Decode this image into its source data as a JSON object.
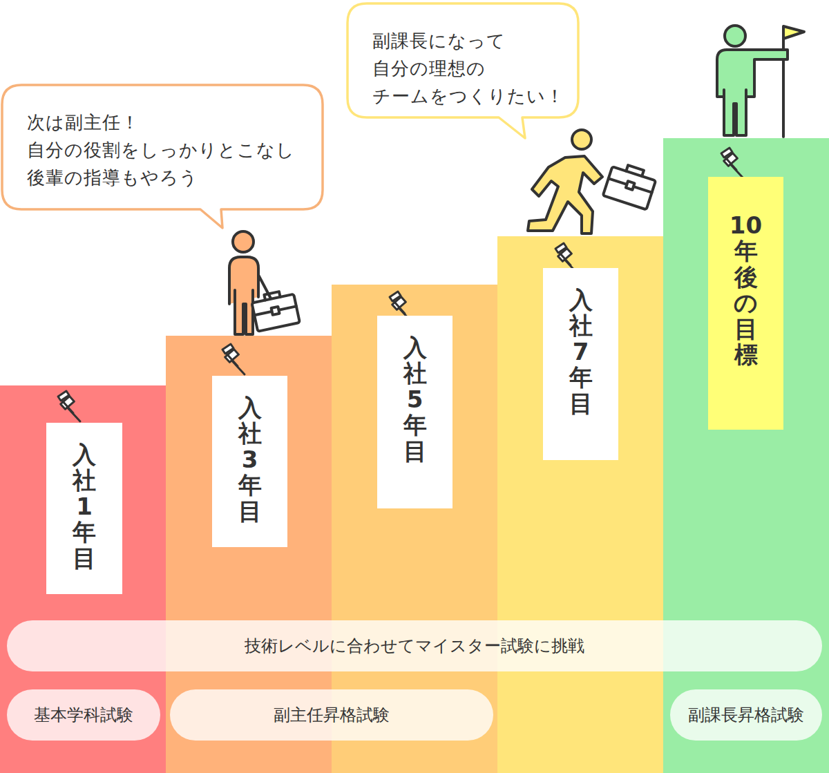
{
  "diagram": {
    "nodes": [
      {
        "text": [
          "次は副主任！ 自分の役割をしっかりとこなし 後輩の指導もやろう"
        ]
      },
      {
        "text": [
          "副課長になって 自分の理想の チームをつくりたい！"
        ]
      },
      {
        "text": [
          "入社1年目"
        ]
      },
      {
        "text": [
          "入社3年目"
        ]
      },
      {
        "text": [
          "入社5年目"
        ]
      },
      {
        "text": [
          "入社7年目"
        ]
      },
      {
        "text": [
          "10年後の目標"
        ]
      },
      {
        "text": [
          "技術レベルに合わせてマイスター試験に挑戦"
        ]
      },
      {
        "text": [
          "基本学科試験"
        ]
      },
      {
        "text": [
          "副主任昇格試験"
        ]
      },
      {
        "text": [
          "副課長昇格試験"
        ]
      }
    ]
  }
}
